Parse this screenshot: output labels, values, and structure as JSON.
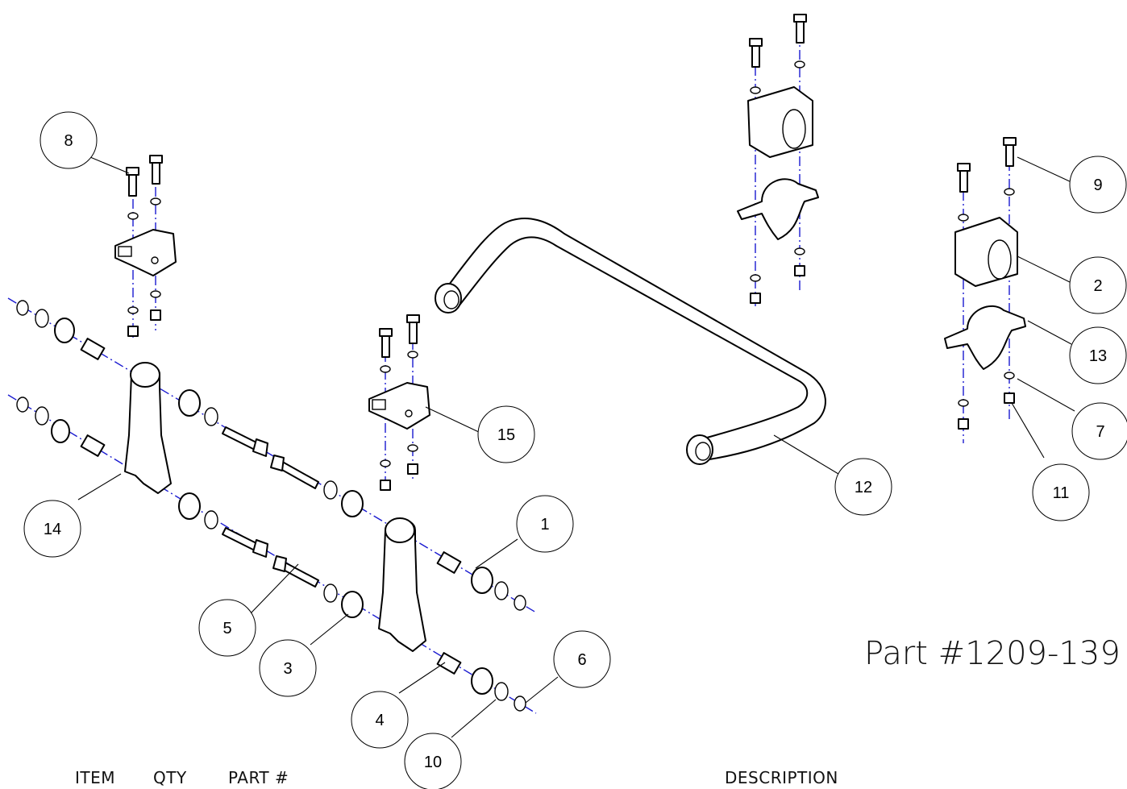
{
  "callouts": [
    "1",
    "2",
    "3",
    "4",
    "5",
    "6",
    "7",
    "8",
    "9",
    "10",
    "11",
    "12",
    "13",
    "14",
    "15"
  ],
  "part_number": "Part #1209-139",
  "table_header": {
    "item": "ITEM",
    "qty": "QTY",
    "part": "PART #",
    "description": "DESCRIPTION"
  },
  "colors": {
    "centerline": "#1a1ad0",
    "linework": "#000000"
  }
}
